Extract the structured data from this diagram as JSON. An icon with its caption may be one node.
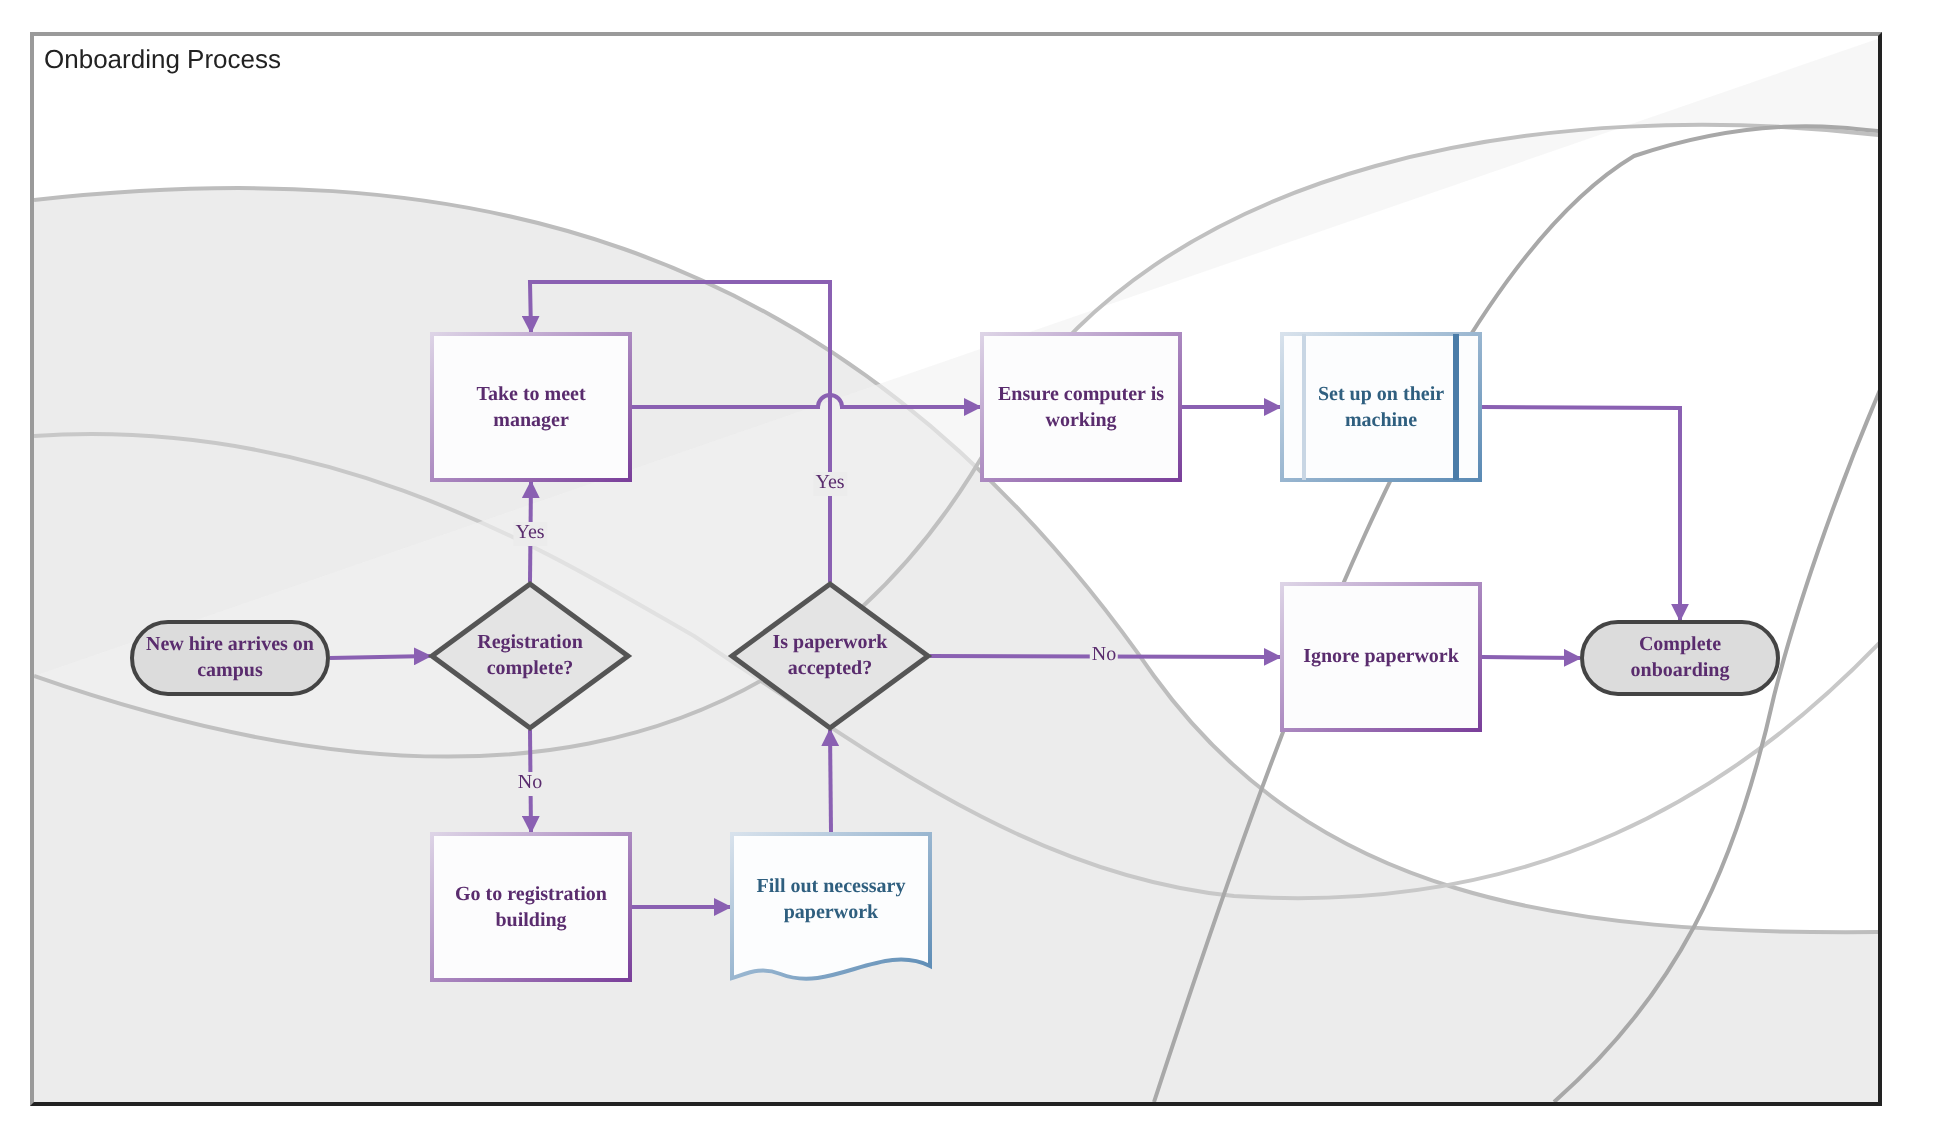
{
  "diagram": {
    "title": "Onboarding Process",
    "nodes": [
      {
        "text": [
          "New hire arrives on campus"
        ]
      },
      {
        "text": [
          "Registration complete?"
        ]
      },
      {
        "text": [
          "Take to meet manager"
        ]
      },
      {
        "text": [
          "Go to registration building"
        ]
      },
      {
        "text": [
          "Fill out necessary paperwork"
        ]
      },
      {
        "text": [
          "Is paperwork accepted?"
        ]
      },
      {
        "text": [
          "Ensure computer is working"
        ]
      },
      {
        "text": [
          "Set up on their machine"
        ]
      },
      {
        "text": [
          "Ignore paperwork"
        ]
      },
      {
        "text": [
          "Complete onboarding"
        ]
      }
    ],
    "edges": [
      {
        "from": 0,
        "to": 1,
        "arrow": "to"
      },
      {
        "from": 1,
        "to": 2,
        "arrow": "to",
        "label": "Yes"
      },
      {
        "from": 1,
        "to": 3,
        "arrow": "to",
        "label": "No"
      },
      {
        "from": 3,
        "to": 4,
        "arrow": "to"
      },
      {
        "from": 4,
        "to": 5,
        "arrow": "to"
      },
      {
        "from": 5,
        "to": 2,
        "arrow": "to",
        "label": "Yes"
      },
      {
        "from": 5,
        "to": 8,
        "arrow": "to",
        "label": "No"
      },
      {
        "from": 2,
        "to": 6,
        "arrow": "to"
      },
      {
        "from": 6,
        "to": 7,
        "arrow": "to"
      },
      {
        "from": 7,
        "to": 9,
        "arrow": "to"
      },
      {
        "from": 8,
        "to": 9,
        "arrow": "to"
      }
    ]
  }
}
